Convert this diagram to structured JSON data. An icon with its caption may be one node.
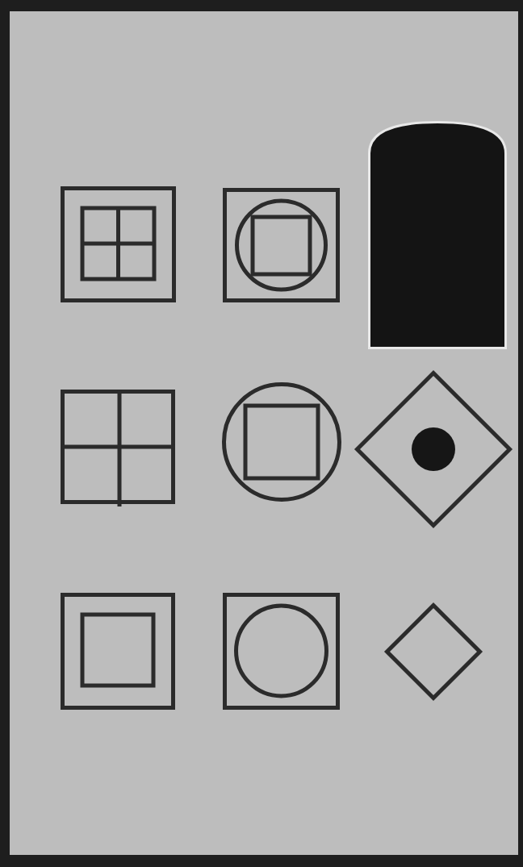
{
  "diagram": {
    "nodes": [
      {
        "text": [],
        "shape": "box"
      },
      {
        "text": [],
        "shape": "box"
      },
      {
        "text": [],
        "shape": "arch"
      },
      {
        "text": [],
        "shape": "box"
      },
      {
        "text": [],
        "shape": "circle"
      },
      {
        "text": [],
        "shape": "diamond"
      },
      {
        "text": [],
        "shape": "box"
      },
      {
        "text": [],
        "shape": "box"
      },
      {
        "text": [],
        "shape": "diamond"
      }
    ]
  }
}
